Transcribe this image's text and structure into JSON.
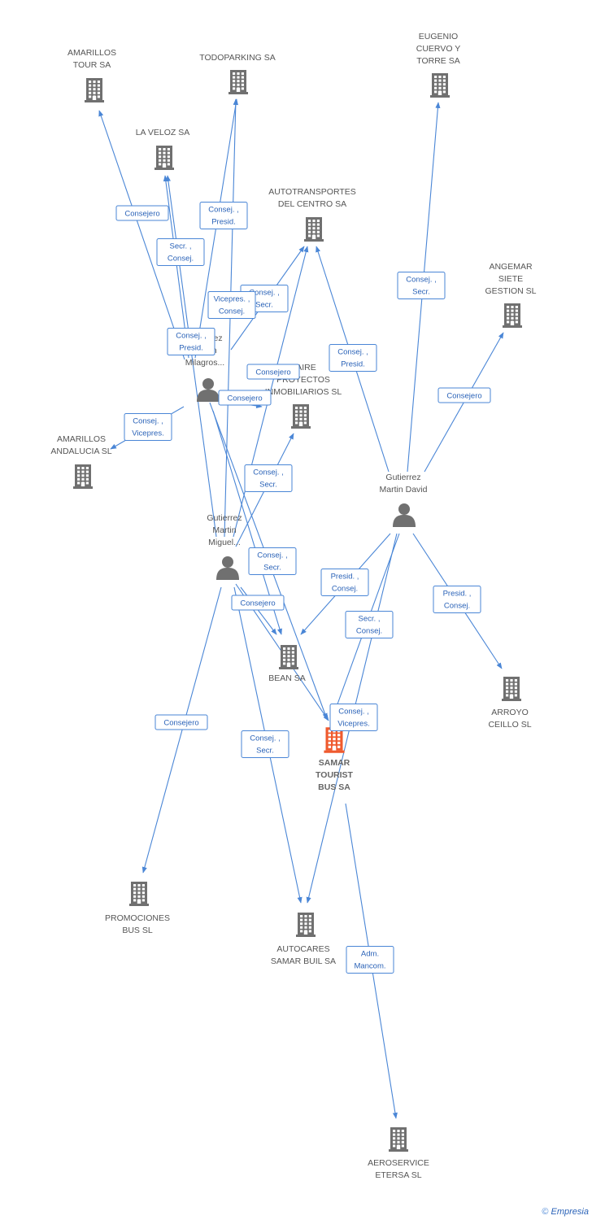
{
  "nodes": [
    {
      "id": "amarillos-tour",
      "type": "company",
      "label": [
        "AMARILLOS",
        "TOUR SA"
      ]
    },
    {
      "id": "todoparking",
      "type": "company",
      "label": [
        "TODOPARKING SA"
      ]
    },
    {
      "id": "eugenio",
      "type": "company",
      "label": [
        "EUGENIO",
        "CUERVO Y",
        "TORRE SA"
      ]
    },
    {
      "id": "la-veloz",
      "type": "company",
      "label": [
        "LA VELOZ SA"
      ]
    },
    {
      "id": "autotransportes",
      "type": "company",
      "label": [
        "AUTOTRANSPORTES",
        "DEL CENTRO SA"
      ]
    },
    {
      "id": "angemar",
      "type": "company",
      "label": [
        "ANGEMAR",
        "SIETE",
        "GESTION SL"
      ]
    },
    {
      "id": "saire",
      "type": "company",
      "label": [
        "SAIRE",
        "PROYECTOS",
        "INMOBILIARIOS SL"
      ]
    },
    {
      "id": "amarillos-andalucia",
      "type": "company",
      "label": [
        "AMARILLOS",
        "ANDALUCIA SL"
      ]
    },
    {
      "id": "milagros",
      "type": "person",
      "label": [
        "Gutierrez",
        "Martin",
        "Milagros..."
      ]
    },
    {
      "id": "david",
      "type": "person",
      "label": [
        "Gutierrez",
        "Martin David"
      ]
    },
    {
      "id": "miguel",
      "type": "person",
      "label": [
        "Gutierrez",
        "Martin",
        "Miguel..."
      ]
    },
    {
      "id": "bean",
      "type": "company",
      "label": [
        "BEAN SA"
      ]
    },
    {
      "id": "arroyo",
      "type": "company",
      "label": [
        "ARROYO",
        "CEILLO SL"
      ]
    },
    {
      "id": "samar",
      "type": "main",
      "label": [
        "SAMAR",
        "TOURIST",
        "BUS SA"
      ]
    },
    {
      "id": "promociones",
      "type": "company",
      "label": [
        "PROMOCIONES",
        "BUS SL"
      ]
    },
    {
      "id": "autocares",
      "type": "company",
      "label": [
        "AUTOCARES",
        "SAMAR BUIL SA"
      ]
    },
    {
      "id": "aeroservice",
      "type": "company",
      "label": [
        "AEROSERVICE",
        "ETERSA SL"
      ]
    }
  ],
  "edges": [
    {
      "from": "milagros",
      "to": "amarillos-tour",
      "label": [
        "Consejero"
      ]
    },
    {
      "from": "milagros",
      "to": "la-veloz",
      "label": [
        "Secr. ,",
        "Consej."
      ]
    },
    {
      "from": "milagros",
      "to": "todoparking",
      "label": [
        "Consej. ,",
        "Presid."
      ]
    },
    {
      "from": "milagros",
      "to": "autotransportes",
      "label": [
        "Consej. ,",
        "Secr."
      ]
    },
    {
      "from": "milagros",
      "to": "amarillos-andalucia",
      "label": [
        "Consej. ,",
        "Vicepres."
      ]
    },
    {
      "from": "milagros",
      "to": "saire",
      "label": [
        "Consejero"
      ]
    },
    {
      "from": "milagros",
      "to": "bean",
      "label": [
        "Vicepres. ,",
        "Consej."
      ]
    },
    {
      "from": "milagros",
      "to": "samar",
      "label": [
        "Consej. ,",
        "Presid."
      ]
    },
    {
      "from": "miguel",
      "to": "la-veloz",
      "label": [
        "Consej. ,",
        "Presid."
      ]
    },
    {
      "from": "miguel",
      "to": "todoparking",
      "label": [
        "Vicepres. ,",
        "Consej."
      ]
    },
    {
      "from": "miguel",
      "to": "autotransportes",
      "label": [
        "Consejero"
      ]
    },
    {
      "from": "miguel",
      "to": "saire",
      "label": [
        "Consej. ,",
        "Secr."
      ]
    },
    {
      "from": "miguel",
      "to": "bean",
      "label": [
        "Consejero"
      ]
    },
    {
      "from": "miguel",
      "to": "samar",
      "label": [
        "Consej. ,",
        "Secr."
      ]
    },
    {
      "from": "miguel",
      "to": "promociones",
      "label": [
        "Consejero"
      ]
    },
    {
      "from": "miguel",
      "to": "autocares",
      "label": [
        "Consej. ,",
        "Secr."
      ]
    },
    {
      "from": "david",
      "to": "eugenio",
      "label": [
        "Consej. ,",
        "Secr."
      ]
    },
    {
      "from": "david",
      "to": "autotransportes",
      "label": [
        "Consej. ,",
        "Presid."
      ]
    },
    {
      "from": "david",
      "to": "angemar",
      "label": [
        "Consejero"
      ]
    },
    {
      "from": "david",
      "to": "bean",
      "label": [
        "Presid. ,",
        "Consej."
      ]
    },
    {
      "from": "david",
      "to": "arroyo",
      "label": [
        "Presid. ,",
        "Consej."
      ]
    },
    {
      "from": "david",
      "to": "samar",
      "label": [
        "Secr. ,",
        "Consej."
      ]
    },
    {
      "from": "david",
      "to": "autocares",
      "label": [
        "Consej. ,",
        "Vicepres."
      ]
    },
    {
      "from": "samar",
      "to": "aeroservice",
      "label": [
        "Adm.",
        "Mancom."
      ]
    }
  ],
  "colors": {
    "edge": "#4a86d6",
    "edge_text": "#2b63b8",
    "company_icon": "#707070",
    "main_icon": "#ef5a2e",
    "person_icon": "#707070",
    "label_text": "#555555"
  },
  "footer": {
    "copyright": "©",
    "brand": "Empresia"
  }
}
